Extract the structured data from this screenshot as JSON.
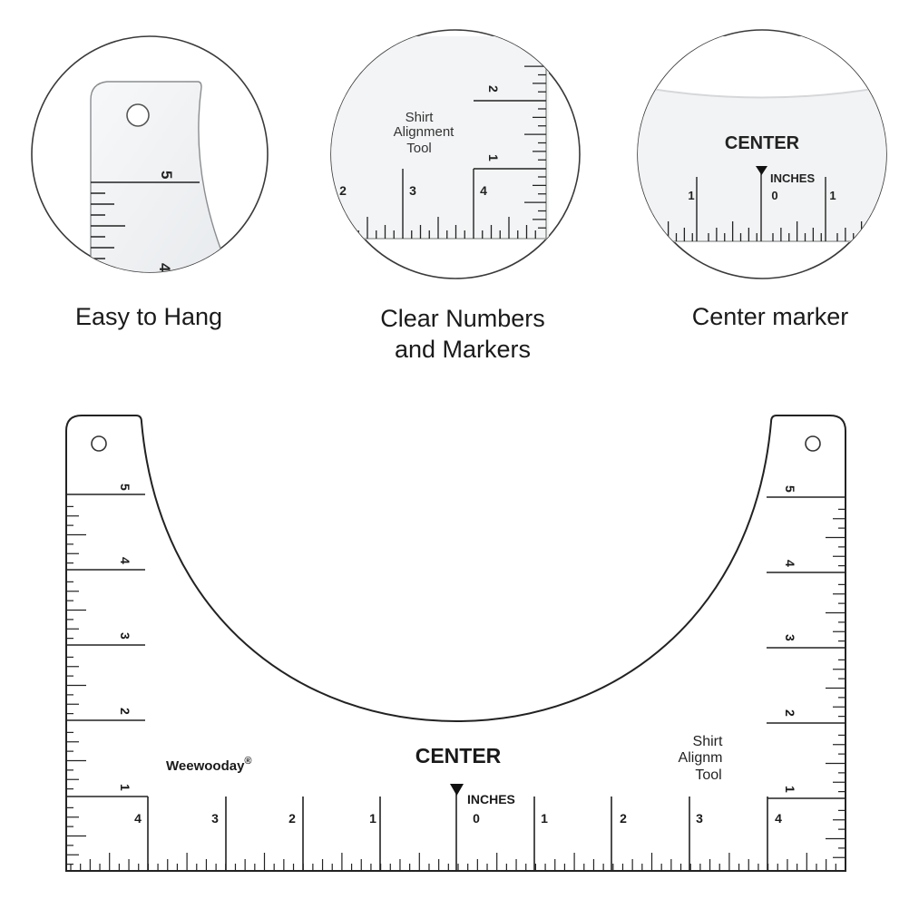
{
  "captions": {
    "hang": "Easy to Hang",
    "numbers_line1": "Clear Numbers",
    "numbers_line2": "and Markers",
    "center": "Center marker"
  },
  "ruler": {
    "brand": "Weewooday",
    "registered_mark": "®",
    "center_label": "CENTER",
    "units_label": "INCHES",
    "tool_line1": "Shirt",
    "tool_line2": "Alignm",
    "tool_line3": "Tool",
    "bottom_numbers": [
      "4",
      "3",
      "2",
      "1",
      "0",
      "1",
      "2",
      "3",
      "4"
    ],
    "side_numbers": [
      "5",
      "4",
      "3",
      "2",
      "1"
    ]
  },
  "detail_hang": {
    "numbers": [
      "5",
      "4"
    ]
  },
  "detail_markers": {
    "tool_line1": "Shirt",
    "tool_line2": "Alignment",
    "tool_line3": "Tool",
    "numbers": [
      "2",
      "3",
      "4"
    ],
    "side_numbers": [
      "2",
      "1"
    ]
  },
  "detail_center": {
    "center_label": "CENTER",
    "units_label": "INCHES",
    "numbers": [
      "1",
      "0",
      "1"
    ]
  },
  "colors": {
    "line": "#2a2a2a",
    "acrylic_tint": "#eef0f2",
    "caption": "#1a1a1a"
  }
}
